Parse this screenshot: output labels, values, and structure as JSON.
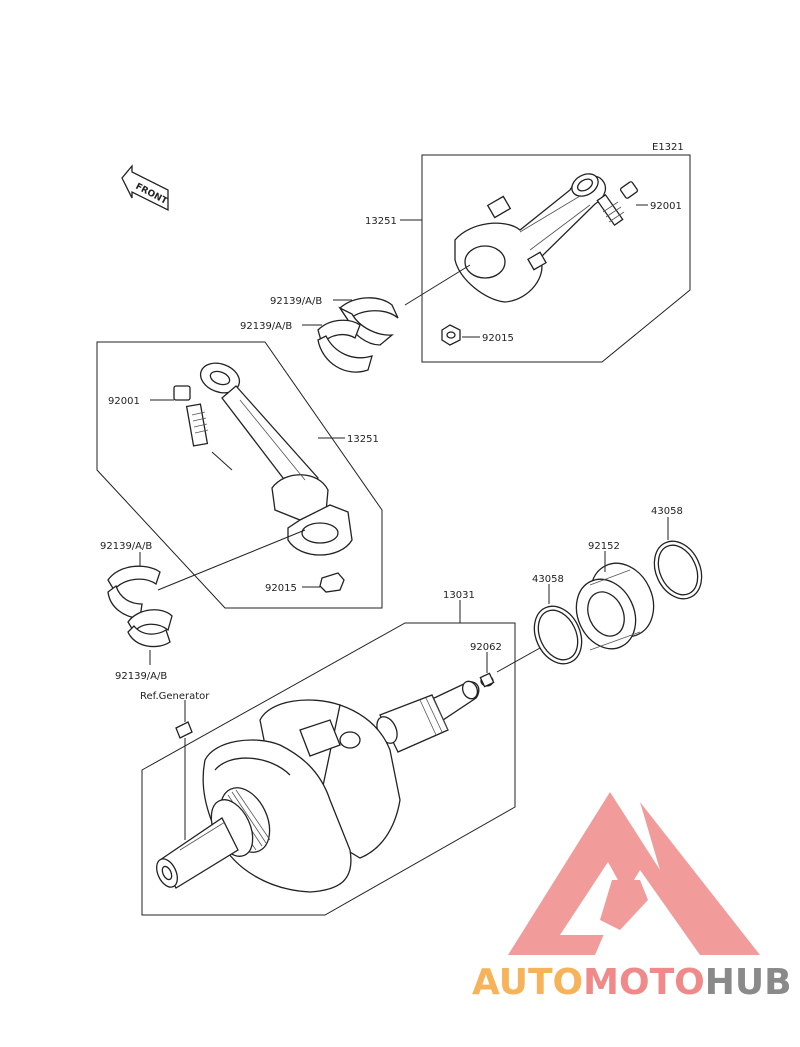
{
  "diagram_code": "E1321",
  "front_label": "FRONT",
  "labels": {
    "con_rod_upper": "13251",
    "bolt_upper": "92001",
    "nut_upper": "92015",
    "bearing_a_upper": "92139/A/B",
    "bearing_b_upper": "92139/A/B",
    "bolt_lower": "92001",
    "con_rod_lower": "13251",
    "bearing_a_lower": "92139/A/B",
    "nut_lower": "92015",
    "bearing_b_lower": "92139/A/B",
    "ring_right": "43058",
    "seal": "92152",
    "ring_left": "43058",
    "crankshaft": "13031",
    "plug": "92062",
    "ref_generator": "Ref.Generator"
  },
  "watermark": {
    "part1": "AUTO",
    "part2": "MOTO",
    "part3": "HUB",
    "colors": {
      "logo": "#f08a8a",
      "part1": "#f6b35a",
      "part2": "#f08a8a",
      "part3": "#8a8a8a"
    }
  }
}
